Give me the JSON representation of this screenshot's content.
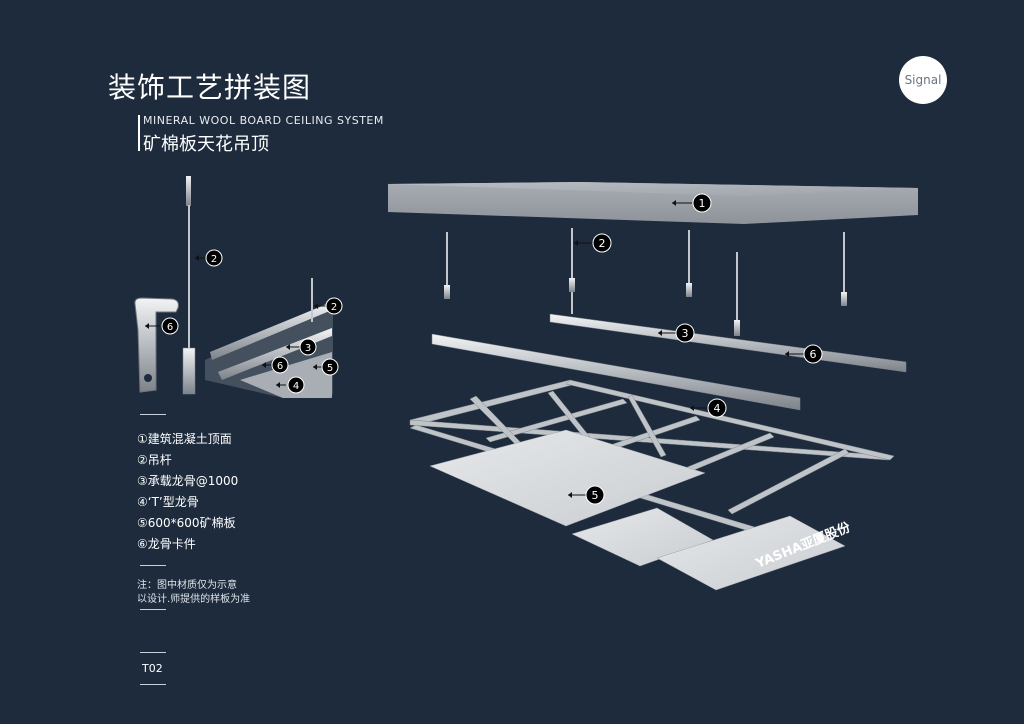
{
  "header": {
    "title": "装饰工艺拼装图",
    "subtitle_en": "MINERAL WOOL BOARD  CEILING SYSTEM",
    "subtitle_cn": "矿棉板天花吊顶",
    "brand": "Signal"
  },
  "legend": [
    "①建筑混凝土顶面",
    "②吊杆",
    "③承载龙骨@1000",
    "④‘T’型龙骨",
    "⑤600*600矿棉板",
    "⑥龙骨卡件"
  ],
  "note": {
    "line1": "注：图中材质仅为示意",
    "line2": "以设计.师提供的样板为准"
  },
  "page_code": "T02",
  "markers": [
    "1",
    "2",
    "3",
    "4",
    "5",
    "6"
  ],
  "board_logo": "YASHA亚厦股份",
  "colors": {
    "background": "#1d2b3d",
    "metal": "#c8ccd0",
    "board": "#d9dcdf",
    "marker": "#000000"
  }
}
